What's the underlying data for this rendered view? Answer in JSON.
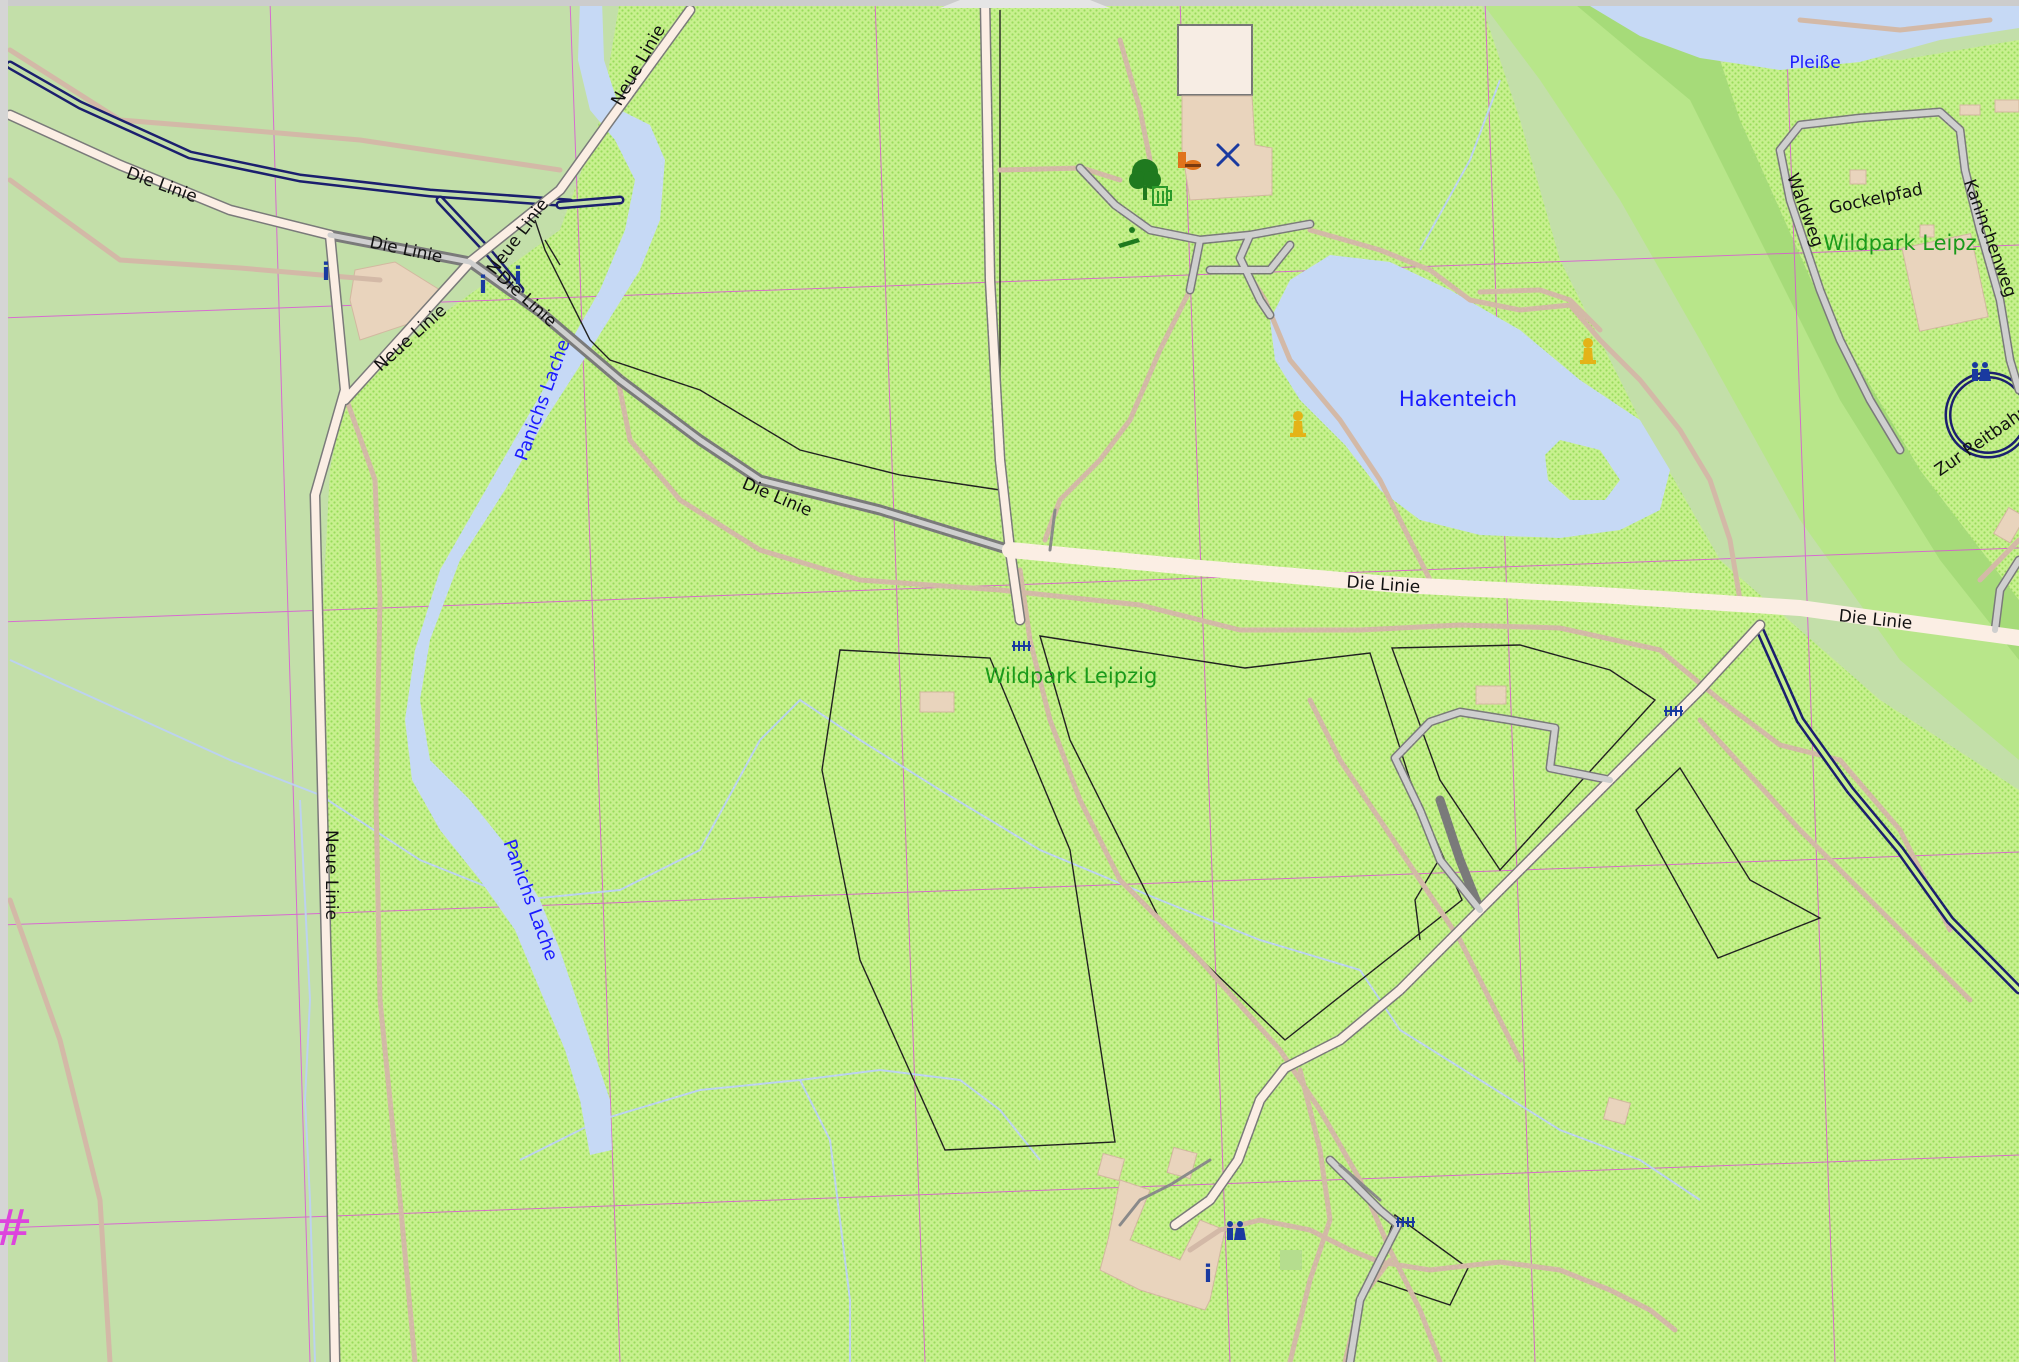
{
  "map": {
    "colors": {
      "meadow": "#c3dfa9",
      "forest_base": "#c8f08f",
      "forest_dot": "#9ee262",
      "water": "#c6d9f5",
      "road_fill": "#fbeee4",
      "road_casing": "#7a7a7a",
      "path": "#d3b9a7",
      "rail": "#1b1f6e",
      "grid": "#dd44dd",
      "building": "#e9d4bd",
      "label_water": "#1a1aff",
      "label_park": "#1a9a1a"
    },
    "labels": {
      "die_linie": "Die Linie",
      "neue_linie": "Neue Linie",
      "panichs_lache": "Panichs Lache",
      "hakenteich": "Hakenteich",
      "wildpark_leipzig": "Wildpark Leipzig",
      "wildpark_leipz": "Wildpark Leipz",
      "pleisse": "Pleiße",
      "waldweg": "Waldweg",
      "gockelpfad": "Gockelpfad",
      "kaninchenweg": "Kaninchenweg",
      "zur_reitbahn": "Zur Reitbahn"
    },
    "icons": {
      "info": "i",
      "hash": "#"
    }
  }
}
